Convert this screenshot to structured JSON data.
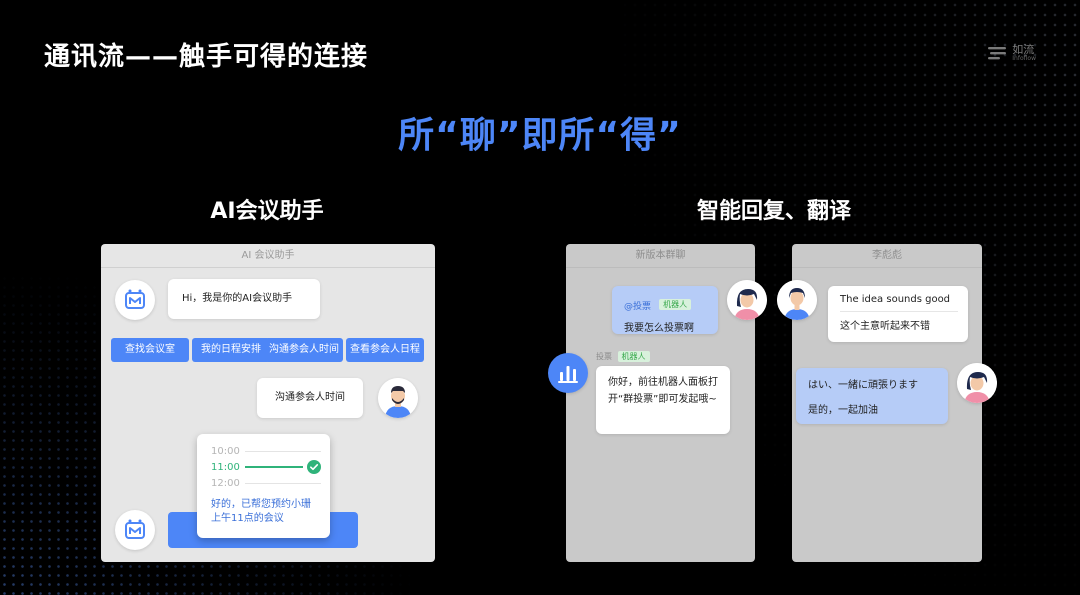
{
  "slide": {
    "title": "通讯流——触手可得的连接",
    "brand": {
      "name": "如流",
      "sub": "Infoflow"
    },
    "headline": "所“聊”即所“得”"
  },
  "sections": {
    "left_title": "AI会议助手",
    "right_title": "智能回复、翻译"
  },
  "meeting_panel": {
    "header": "AI 会议助手",
    "bot_greeting": "Hi，我是你的AI会议助手",
    "actions": [
      "查找会议室",
      "我的日程安排",
      "沟通参会人时间",
      "查看参会人日程"
    ],
    "user_message": "沟通参会人时间",
    "times": [
      "10:00",
      "11:00",
      "12:00"
    ],
    "selected_time": "11:00",
    "confirmation": "好的，已帮您预约小珊上午11点的会议"
  },
  "group_panel": {
    "header": "新版本群聊",
    "user_mention": "@投票",
    "user_tag": "机器人",
    "user_message": "我要怎么投票啊",
    "bot_name": "投票",
    "bot_tag": "机器人",
    "bot_reply": "你好，前往机器人面板打开“群投票”即可发起哦~"
  },
  "translate_panel": {
    "header": "李彪彪",
    "incoming_en": "The idea sounds good",
    "incoming_zh": "这个主意听起来不错",
    "outgoing_ja": "はい、一緒に頑張ります",
    "outgoing_zh": "是的，一起加油"
  },
  "colors": {
    "accent": "#4d86f7",
    "panel": "#e6e6e6",
    "grey_panel": "#c9c9c9",
    "reply_bubble": "#b6ccf7",
    "success": "#2fb37a"
  },
  "icons": [
    "robot-icon",
    "user-avatar-man",
    "user-avatar-woman",
    "poll-bot-icon",
    "check-circle-icon",
    "brand-logo-icon"
  ]
}
